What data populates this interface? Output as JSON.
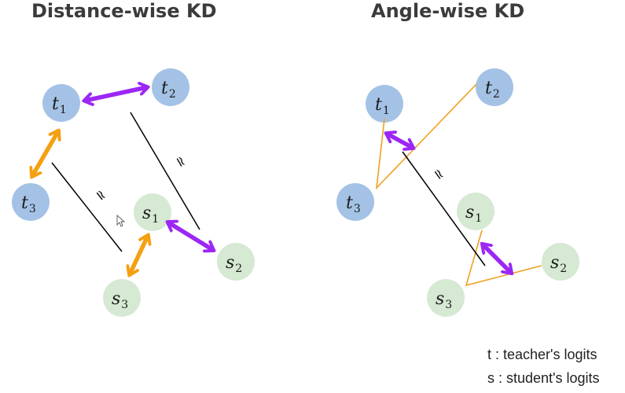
{
  "titles": {
    "left": "Distance-wise KD",
    "right": "Angle-wise KD"
  },
  "nodes": {
    "t1": {
      "base": "t",
      "sub": "1"
    },
    "t2": {
      "base": "t",
      "sub": "2"
    },
    "t3": {
      "base": "t",
      "sub": "3"
    },
    "s1": {
      "base": "s",
      "sub": "1"
    },
    "s2": {
      "base": "s",
      "sub": "2"
    },
    "s3": {
      "base": "s",
      "sub": "3"
    }
  },
  "approx_symbol": "≃",
  "legend": {
    "teacher": "t : teacher's logits",
    "student": "s : student's logits"
  },
  "colors": {
    "teacher_fill": "#a4c2e6",
    "student_fill": "#d5e9d3",
    "purple_arrow": "#9c27f5",
    "orange_arrow": "#f5a011",
    "orange_line": "#f0a020",
    "black_line": "#000000"
  }
}
